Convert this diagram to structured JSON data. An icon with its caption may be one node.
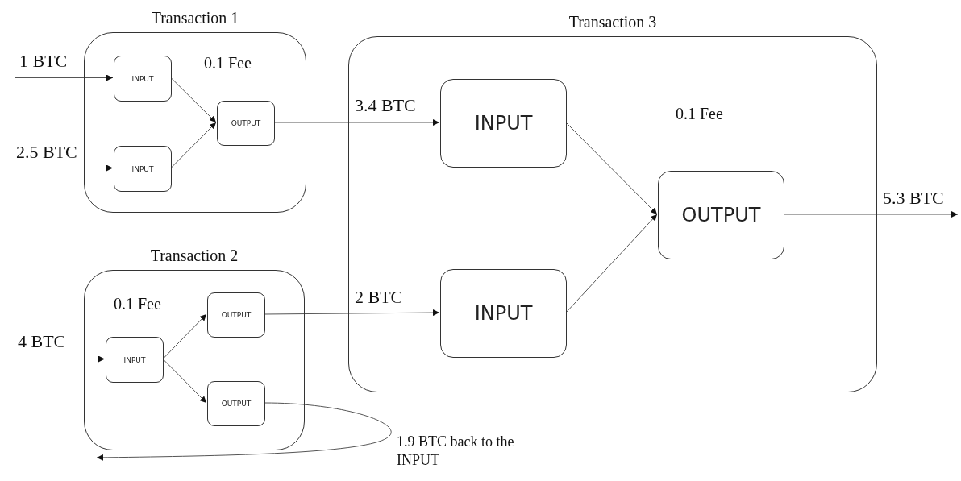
{
  "diagram": {
    "nodes": [
      {
        "text": [
          "Transaction 1",
          "0.1 Fee"
        ]
      },
      {
        "text": [
          "INPUT"
        ],
        "in": 0
      },
      {
        "text": [
          "INPUT"
        ],
        "in": 0
      },
      {
        "text": [
          "OUTPUT"
        ],
        "in": 0
      },
      {
        "text": [
          "Transaction 2",
          "0.1 Fee"
        ]
      },
      {
        "text": [
          "INPUT"
        ],
        "in": 4
      },
      {
        "text": [
          "OUTPUT"
        ],
        "in": 4
      },
      {
        "text": [
          "OUTPUT"
        ],
        "in": 4
      },
      {
        "text": [
          "Transaction 3",
          "0.1 Fee"
        ]
      },
      {
        "text": [
          "INPUT"
        ],
        "in": 8
      },
      {
        "text": [
          "INPUT"
        ],
        "in": 8
      },
      {
        "text": [
          "OUTPUT"
        ],
        "in": 8
      }
    ],
    "edges": [
      {
        "from": null,
        "to": 1,
        "arrow": "to",
        "label": "1 BTC"
      },
      {
        "from": null,
        "to": 2,
        "arrow": "to",
        "label": "2.5 BTC"
      },
      {
        "from": 1,
        "to": 3,
        "arrow": "to"
      },
      {
        "from": 2,
        "to": 3,
        "arrow": "to"
      },
      {
        "from": 3,
        "to": 9,
        "arrow": "to",
        "label": "3.4 BTC"
      },
      {
        "from": null,
        "to": 5,
        "arrow": "to",
        "label": "4 BTC"
      },
      {
        "from": 5,
        "to": 6,
        "arrow": "to"
      },
      {
        "from": 5,
        "to": 7,
        "arrow": "to"
      },
      {
        "from": 6,
        "to": 10,
        "arrow": "to",
        "label": "2 BTC"
      },
      {
        "from": 9,
        "to": 11,
        "arrow": "to"
      },
      {
        "from": 10,
        "to": 11,
        "arrow": "to"
      },
      {
        "from": 11,
        "to": null,
        "arrow": "to",
        "label": "5.3 BTC"
      },
      {
        "from": 7,
        "to": null,
        "arrow": "to",
        "label": "1.9 BTC back to the INPUT"
      }
    ]
  }
}
